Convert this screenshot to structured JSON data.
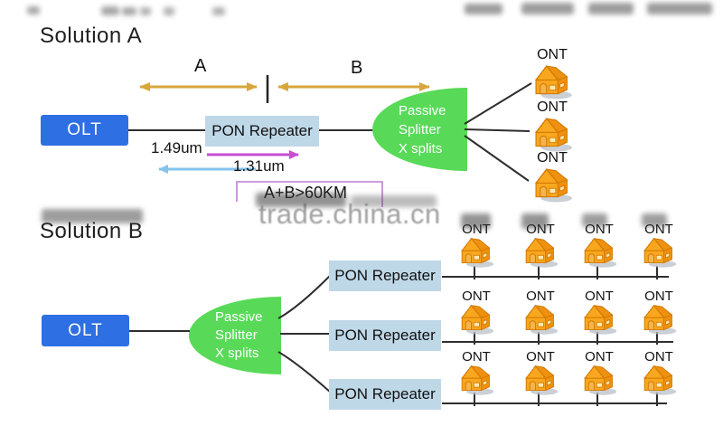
{
  "watermark": {
    "text": "trade.china.cn"
  },
  "colors": {
    "olt-blue": "#2e6fe4",
    "repeater-blue": "#bfd8e8",
    "splitter-green": "#58da58",
    "splitter-text": "#ffffff",
    "gold": "#d8a73c",
    "magenta": "#c74fd0",
    "skyblue": "#85c3ec",
    "purple": "#bd7fd4",
    "wire": "#2e2e2e",
    "text-dark": "#1f1f1f",
    "watermark-gray": "#9b9b9b",
    "house-orange": "#f8a71e",
    "house-orange-dark": "#ee9110",
    "house-line": "#d37a04",
    "house-door": "#f4b54e",
    "house-window": "#fde9b4",
    "house-shadow": "#b9c0ca"
  },
  "solution_a": {
    "title": "Solution A",
    "olt": "OLT",
    "repeater": "PON Repeater",
    "splitter": {
      "line1": "Passive",
      "line2": "Splitter",
      "line3": "X splits"
    },
    "span_a": "A",
    "span_b": "B",
    "downstream_wavelength": "1.49um",
    "upstream_wavelength": "1.31um",
    "distance_note": "A+B>60KM",
    "onts": [
      "ONT",
      "ONT",
      "ONT"
    ]
  },
  "solution_b": {
    "title": "Solution B",
    "olt": "OLT",
    "splitter": {
      "line1": "Passive",
      "line2": "Splitter",
      "line3": "X splits"
    },
    "repeaters": [
      "PON Repeater",
      "PON Repeater",
      "PON Repeater"
    ],
    "rows": [
      {
        "onts": [
          "ONT",
          "ONT",
          "ONT",
          "ONT"
        ]
      },
      {
        "onts": [
          "ONT",
          "ONT",
          "ONT",
          "ONT"
        ]
      },
      {
        "onts": [
          "ONT",
          "ONT",
          "ONT",
          "ONT"
        ]
      }
    ]
  }
}
